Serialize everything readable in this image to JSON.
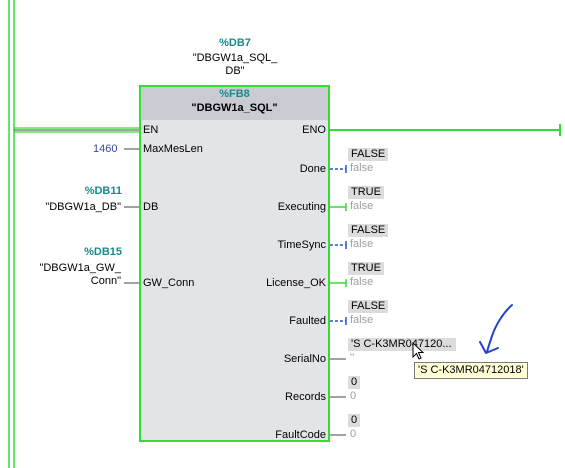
{
  "block": {
    "instance_db": "%DB7",
    "instance_name_line1": "\"DBGW1a_SQL_",
    "instance_name_line2": "DB\"",
    "fb": "%FB8",
    "fb_name": "\"DBGW1a_SQL\""
  },
  "inputs": {
    "en": "EN",
    "maxmeslen": {
      "pin": "MaxMesLen",
      "value": "1460"
    },
    "db": {
      "pin": "DB",
      "db_ref": "%DB11",
      "value": "\"DBGW1a_DB\""
    },
    "gw_conn": {
      "pin": "GW_Conn",
      "db_ref": "%DB15",
      "value_line1": "\"DBGW1a_GW_",
      "value_line2": "Conn\""
    }
  },
  "outputs": {
    "eno": "ENO",
    "done": {
      "pin": "Done",
      "box": "FALSE",
      "sub": "false"
    },
    "executing": {
      "pin": "Executing",
      "box": "TRUE",
      "sub": "false"
    },
    "timesync": {
      "pin": "TimeSync",
      "box": "FALSE",
      "sub": "false"
    },
    "license_ok": {
      "pin": "License_OK",
      "box": "TRUE",
      "sub": "false"
    },
    "faulted": {
      "pin": "Faulted",
      "box": "FALSE",
      "sub": "false"
    },
    "serialno": {
      "pin": "SerialNo",
      "box": "'S C-K3MR047120...",
      "sub": "''"
    },
    "records": {
      "pin": "Records",
      "box": "0",
      "sub": "0"
    },
    "faultcode": {
      "pin": "FaultCode",
      "box": "0",
      "sub": "0"
    }
  },
  "tooltip": "'S C-K3MR04712018'",
  "colors": {
    "powerflow": "#33dd33",
    "signal_false": "#2255cc",
    "db_label": "#1a8a8a",
    "block_bg": "#e3e4e8",
    "header_bg": "#c9cad2",
    "annotation_pen": "#2244cc",
    "tooltip_bg": "#ffffd8"
  },
  "icons": [
    "mouse-cursor-icon",
    "annotation-arrow-icon"
  ]
}
